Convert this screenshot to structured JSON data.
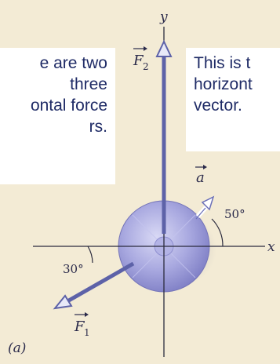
{
  "callouts": {
    "left": [
      "e are two",
      "three",
      "ontal force",
      "rs."
    ],
    "right": [
      "This is t",
      "horizont",
      "vector."
    ]
  },
  "labels": {
    "y_axis": "y",
    "x_axis": "x",
    "force1": "F",
    "force1_sub": "1",
    "force2": "F",
    "force2_sub": "2",
    "accel": "a",
    "angle_30": "30°",
    "angle_50": "50°",
    "panel": "(a)"
  },
  "colors": {
    "background": "#f3ebd5",
    "callout_text": "#1f2b66",
    "vector": "#5d62a8",
    "axis": "#2b2b3d",
    "puck": "#a9a9e0"
  }
}
